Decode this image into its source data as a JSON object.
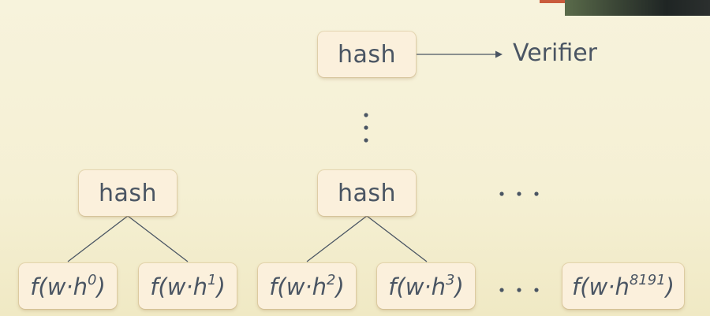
{
  "root": {
    "label": "hash"
  },
  "verifier_label": "Verifier",
  "level1": [
    {
      "label": "hash"
    },
    {
      "label": "hash"
    }
  ],
  "leaves": [
    {
      "base": "f(w·h",
      "exp": "0",
      "close": ")"
    },
    {
      "base": "f(w·h",
      "exp": "1",
      "close": ")"
    },
    {
      "base": "f(w·h",
      "exp": "2",
      "close": ")"
    },
    {
      "base": "f(w·h",
      "exp": "3",
      "close": ")"
    },
    {
      "base": "f(w·h",
      "exp": "8191",
      "close": ")"
    }
  ],
  "colors": {
    "background": "#f7f3dc",
    "node_fill": "#fbf0dc",
    "text": "#4a5563",
    "edge": "#4a5563"
  }
}
